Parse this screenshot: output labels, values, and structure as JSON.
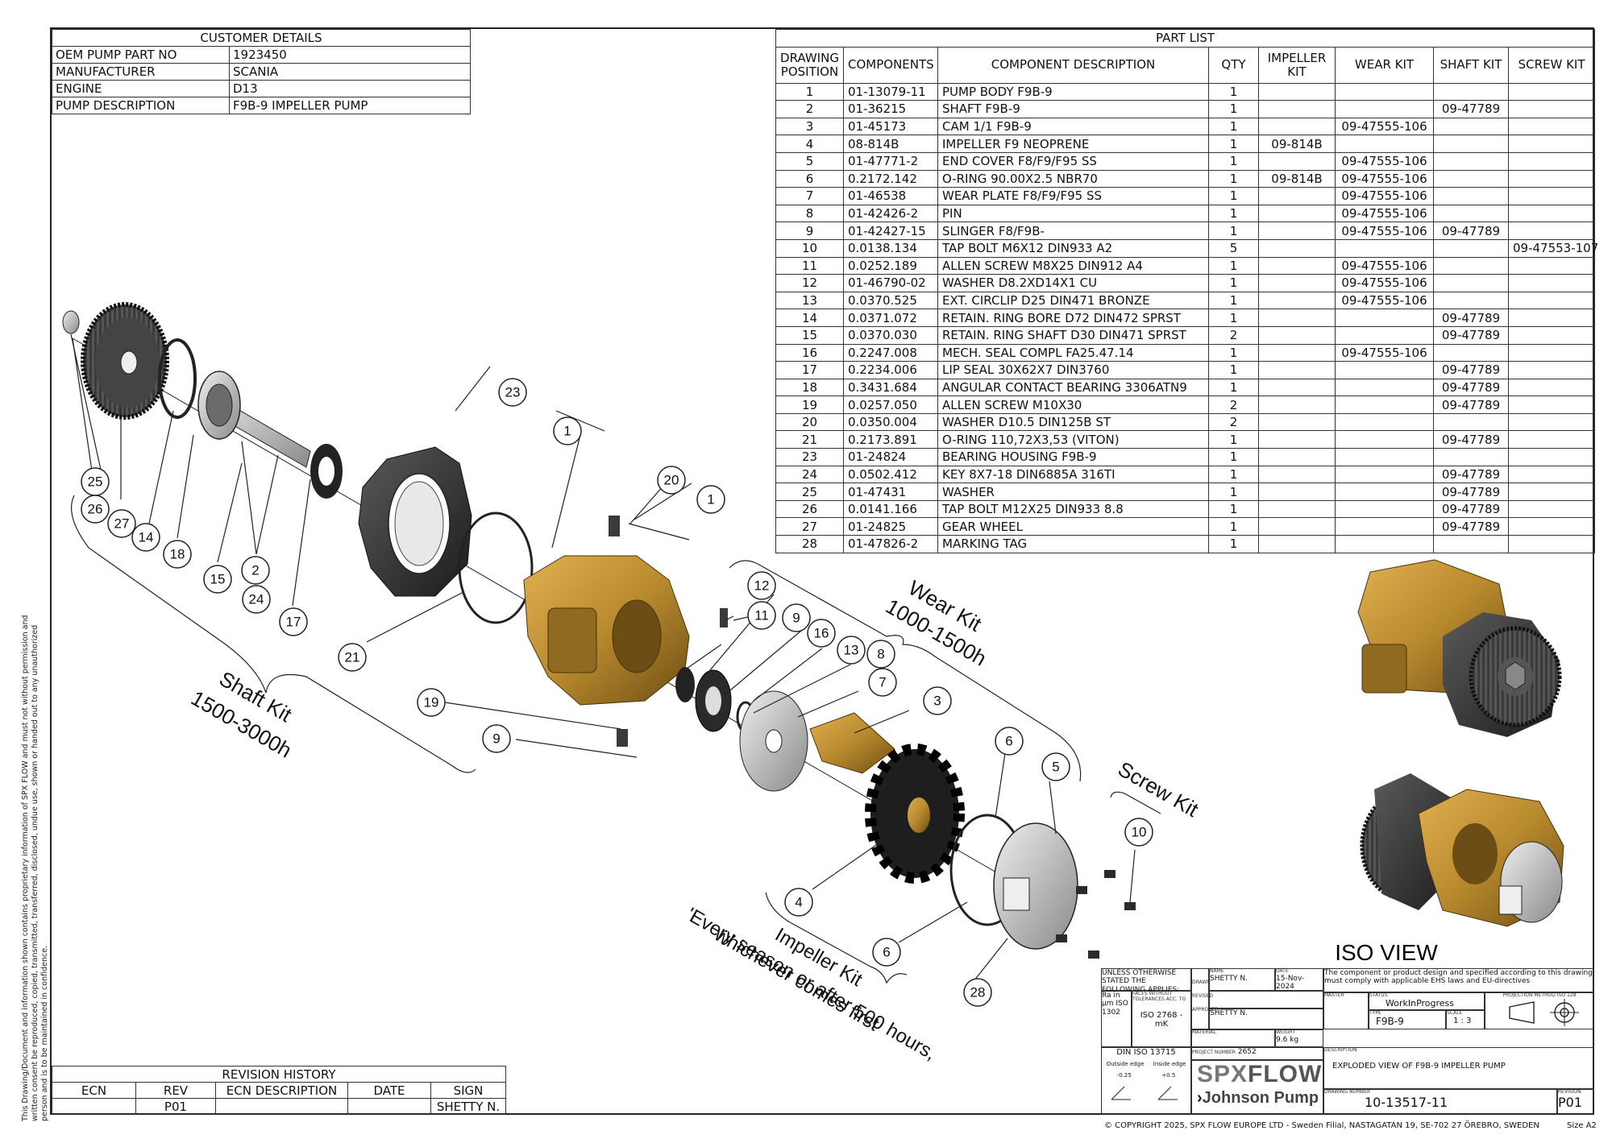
{
  "customer": {
    "title": "CUSTOMER DETAILS",
    "rows": [
      {
        "label": "OEM PUMP PART NO",
        "value": "1923450"
      },
      {
        "label": "MANUFACTURER",
        "value": "SCANIA"
      },
      {
        "label": "ENGINE",
        "value": "D13"
      },
      {
        "label": "PUMP DESCRIPTION",
        "value": "F9B-9 IMPELLER PUMP"
      }
    ]
  },
  "parts": {
    "title": "PART LIST",
    "headers": [
      "DRAWING POSITION",
      "COMPONENTS",
      "COMPONENT DESCRIPTION",
      "QTY",
      "IMPELLER KIT",
      "WEAR KIT",
      "SHAFT KIT",
      "SCREW KIT"
    ],
    "rows": [
      [
        "1",
        "01-13079-11",
        "PUMP BODY F9B-9",
        "1",
        "",
        "",
        "",
        ""
      ],
      [
        "2",
        "01-36215",
        "SHAFT F9B-9",
        "1",
        "",
        "",
        "09-47789",
        ""
      ],
      [
        "3",
        "01-45173",
        "CAM 1/1 F9B-9",
        "1",
        "",
        "09-47555-106",
        "",
        ""
      ],
      [
        "4",
        "08-814B",
        "IMPELLER F9 NEOPRENE",
        "1",
        "09-814B",
        "",
        "",
        ""
      ],
      [
        "5",
        "01-47771-2",
        "END COVER F8/F9/F95 SS",
        "1",
        "",
        "09-47555-106",
        "",
        ""
      ],
      [
        "6",
        "0.2172.142",
        "O-RING 90.00X2.5 NBR70",
        "1",
        "09-814B",
        "09-47555-106",
        "",
        ""
      ],
      [
        "7",
        "01-46538",
        "WEAR PLATE F8/F9/F95 SS",
        "1",
        "",
        "09-47555-106",
        "",
        ""
      ],
      [
        "8",
        "01-42426-2",
        "PIN",
        "1",
        "",
        "09-47555-106",
        "",
        ""
      ],
      [
        "9",
        "01-42427-15",
        "SLINGER F8/F9B-",
        "1",
        "",
        "09-47555-106",
        "09-47789",
        ""
      ],
      [
        "10",
        "0.0138.134",
        "TAP BOLT M6X12 DIN933 A2",
        "5",
        "",
        "",
        "",
        "09-47553-107"
      ],
      [
        "11",
        "0.0252.189",
        "ALLEN SCREW M8X25 DIN912 A4",
        "1",
        "",
        "09-47555-106",
        "",
        ""
      ],
      [
        "12",
        "01-46790-02",
        "WASHER D8.2XD14X1 CU",
        "1",
        "",
        "09-47555-106",
        "",
        ""
      ],
      [
        "13",
        "0.0370.525",
        "EXT. CIRCLIP D25 DIN471 BRONZE",
        "1",
        "",
        "09-47555-106",
        "",
        ""
      ],
      [
        "14",
        "0.0371.072",
        "RETAIN. RING BORE D72 DIN472 SPRST",
        "1",
        "",
        "",
        "09-47789",
        ""
      ],
      [
        "15",
        "0.0370.030",
        "RETAIN. RING SHAFT D30 DIN471 SPRST",
        "2",
        "",
        "",
        "09-47789",
        ""
      ],
      [
        "16",
        "0.2247.008",
        "MECH. SEAL COMPL FA25.47.14",
        "1",
        "",
        "09-47555-106",
        "",
        ""
      ],
      [
        "17",
        "0.2234.006",
        "LIP SEAL 30X62X7 DIN3760",
        "1",
        "",
        "",
        "09-47789",
        ""
      ],
      [
        "18",
        "0.3431.684",
        "ANGULAR CONTACT BEARING 3306ATN9",
        "1",
        "",
        "",
        "09-47789",
        ""
      ],
      [
        "19",
        "0.0257.050",
        "ALLEN SCREW M10X30",
        "2",
        "",
        "",
        "09-47789",
        ""
      ],
      [
        "20",
        "0.0350.004",
        "WASHER D10.5 DIN125B ST",
        "2",
        "",
        "",
        "",
        ""
      ],
      [
        "21",
        "0.2173.891",
        "O-RING 110,72X3,53 (VITON)",
        "1",
        "",
        "",
        "09-47789",
        ""
      ],
      [
        "23",
        "01-24824",
        "BEARING HOUSING F9B-9",
        "1",
        "",
        "",
        "",
        ""
      ],
      [
        "24",
        "0.0502.412",
        "KEY 8X7-18 DIN6885A 316TI",
        "1",
        "",
        "",
        "09-47789",
        ""
      ],
      [
        "25",
        "01-47431",
        "WASHER",
        "1",
        "",
        "",
        "09-47789",
        ""
      ],
      [
        "26",
        "0.0141.166",
        "TAP BOLT M12X25 DIN933 8.8",
        "1",
        "",
        "",
        "09-47789",
        ""
      ],
      [
        "27",
        "01-24825",
        "GEAR WHEEL",
        "1",
        "",
        "",
        "09-47789",
        ""
      ],
      [
        "28",
        "01-47826-2",
        "MARKING TAG",
        "1",
        "",
        "",
        "",
        ""
      ]
    ]
  },
  "revision": {
    "title": "REVISION HISTORY",
    "headers": [
      "ECN",
      "REV",
      "ECN DESCRIPTION",
      "DATE",
      "SIGN"
    ],
    "rows": [
      [
        "",
        "P01",
        "",
        "",
        "SHETTY N."
      ]
    ]
  },
  "drawing": {
    "balloons": [
      "1",
      "1",
      "2",
      "3",
      "4",
      "5",
      "6",
      "6",
      "7",
      "8",
      "9",
      "9",
      "10",
      "11",
      "12",
      "13",
      "14",
      "15",
      "16",
      "17",
      "18",
      "19",
      "20",
      "21",
      "23",
      "24",
      "25",
      "26",
      "27",
      "28"
    ],
    "kits": {
      "shaft_line1": "Shaft Kit",
      "shaft_line2": "1500-3000h",
      "wear_line1": "Wear Kit",
      "wear_line2": "1000-1500h",
      "screw": "Screw Kit",
      "impeller_line1": "Impeller Kit",
      "impeller_line2": "'Every season or after 500 hours,",
      "impeller_line3": "whichever comes first"
    },
    "iso_view": "ISO VIEW",
    "colors": {
      "bronze": "#b88a2e",
      "dark": "#3a3a3a",
      "steel": "#c9c9c9"
    }
  },
  "title_block": {
    "unless": "UNLESS OTHERWISE STATED THE FOLLOWING APPLIES:",
    "ra": "Ra in µm ISO 1302",
    "faces": "FACES WITHOUT TOLERANCES ACC. TO",
    "iso2768": "ISO 2768 - mK",
    "din": "DIN ISO 13715",
    "outside_edge": "Outside edge",
    "inside_edge": "Inside edge",
    "outside_val": "-0.25",
    "inside_val": "+0.5",
    "name_lbl": "NAME",
    "date_lbl": "DATE",
    "drawn_lbl": "DRAWN",
    "revised_lbl": "REVISED",
    "approved_lbl": "APPROVED",
    "material_lbl": "MATERIAL",
    "weight_lbl": "WEIGHT",
    "drawn_name": "SHETTY N.",
    "drawn_date": "15-Nov-2024",
    "approved_name": "SHETTY N.",
    "weight": "9.6 kg",
    "compliance": "The component or product design and specified according to this drawing must comply with applicable EHS laws and EU-directives",
    "master_lbl": "MASTER",
    "status_lbl": "STATUS",
    "status": "WorkInProgress",
    "type_lbl": "TYPE",
    "type": "F9B-9",
    "scale_lbl": "SCALE",
    "scale": "1 : 3",
    "projection_lbl": "PROJECTION METHOD ISO 128",
    "project_lbl": "PROJECT NUMBER",
    "project": "2652",
    "description_lbl": "DESCRIPTION",
    "description": "EXPLODED VIEW OF F9B-9 IMPELLER PUMP",
    "brand1_a": "SPX",
    "brand1_b": "FLOW",
    "brand2": "Johnson Pump",
    "drawing_no_lbl": "DRAWING NUMBER",
    "drawing_no": "10-13517-11",
    "revision_lbl": "REVISION",
    "revision": "P01"
  },
  "footer": {
    "copyright": "© COPYRIGHT 2025, SPX FLOW EUROPE LTD - Sweden Filial, NASTAGATAN 19, SE-702 27 ÖREBRO, SWEDEN",
    "size": "Size  A2",
    "side_note": "This Drawing/Document and information shown contains proprietary information of SPX FLOW and must not without permission and written consent be reproduced, copied, transmitted, transferred, disclosed, undue use, shown or handed out to any unauthorized person and is to be maintained in confidence."
  }
}
